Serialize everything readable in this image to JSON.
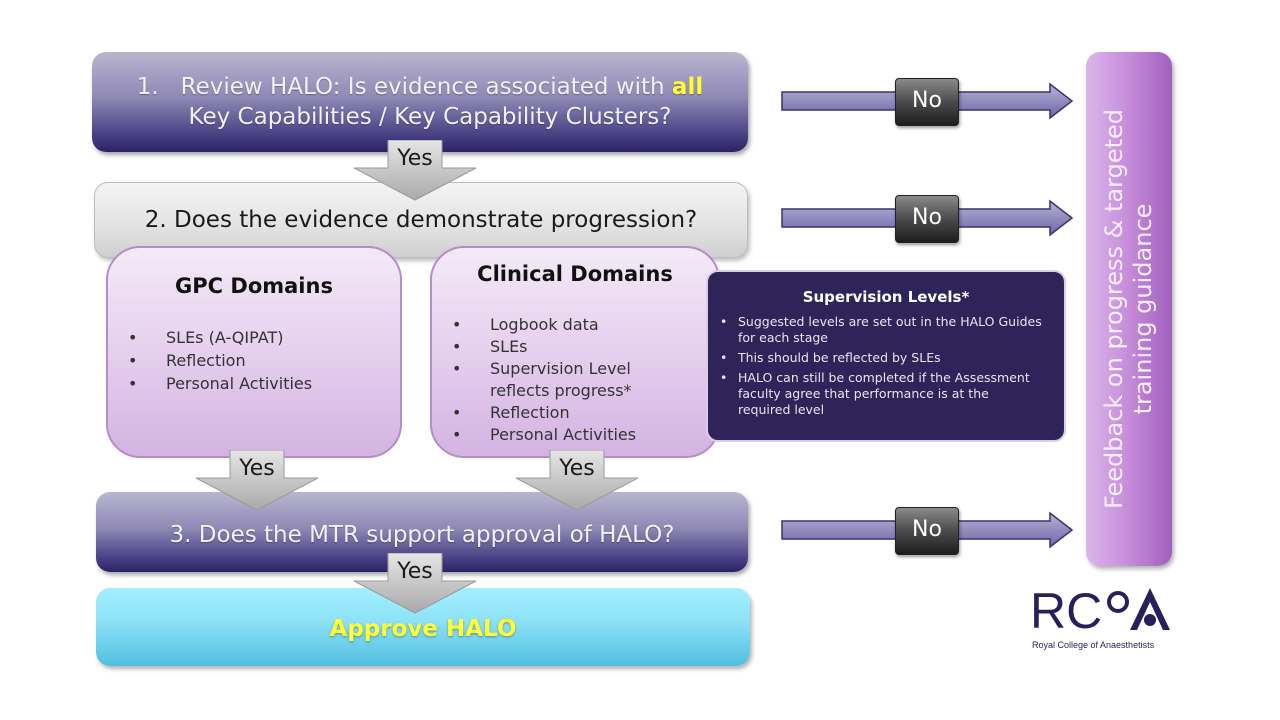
{
  "diagram": {
    "step1": {
      "prefix": "1.",
      "line1_before": "Review HALO: Is evidence associated with ",
      "line1_highlight": "all",
      "line2": "Key Capabilities / Key Capability Clusters?"
    },
    "step2": {
      "text": "2. Does the evidence demonstrate progression?"
    },
    "gpc": {
      "title": "GPC Domains",
      "items": [
        "SLEs (A-QIPAT)",
        "Reflection",
        "Personal Activities"
      ]
    },
    "clinical": {
      "title": "Clinical Domains",
      "items": [
        "Logbook data",
        "SLEs",
        "Supervision Level reflects progress*",
        "Reflection",
        "Personal Activities"
      ]
    },
    "supervision": {
      "title": "Supervision Levels*",
      "items": [
        "Suggested levels are set out in the HALO Guides for each stage",
        "This should be reflected by SLEs",
        "HALO can still be completed if the Assessment faculty agree that performance is at the required level"
      ]
    },
    "step3": {
      "text": "3. Does the MTR support approval of HALO?"
    },
    "approve": {
      "text": "Approve HALO"
    },
    "yes_label": "Yes",
    "no_label": "No",
    "feedback": {
      "text": "Feedback on progress & targeted training guidance"
    },
    "logo": {
      "mark": "RCoA",
      "name": "Royal College of Anaesthetists"
    },
    "colors": {
      "step_purple": "#4e4688",
      "step_grey": "#e2e2e2",
      "domain_lilac": "#e7d2ef",
      "supervision_navy": "#2e2459",
      "approve_cyan": "#8fe3f8",
      "approve_text": "#ffff33",
      "feedback_purple": "#c58cd9",
      "logo_navy": "#2a1f5c"
    }
  }
}
